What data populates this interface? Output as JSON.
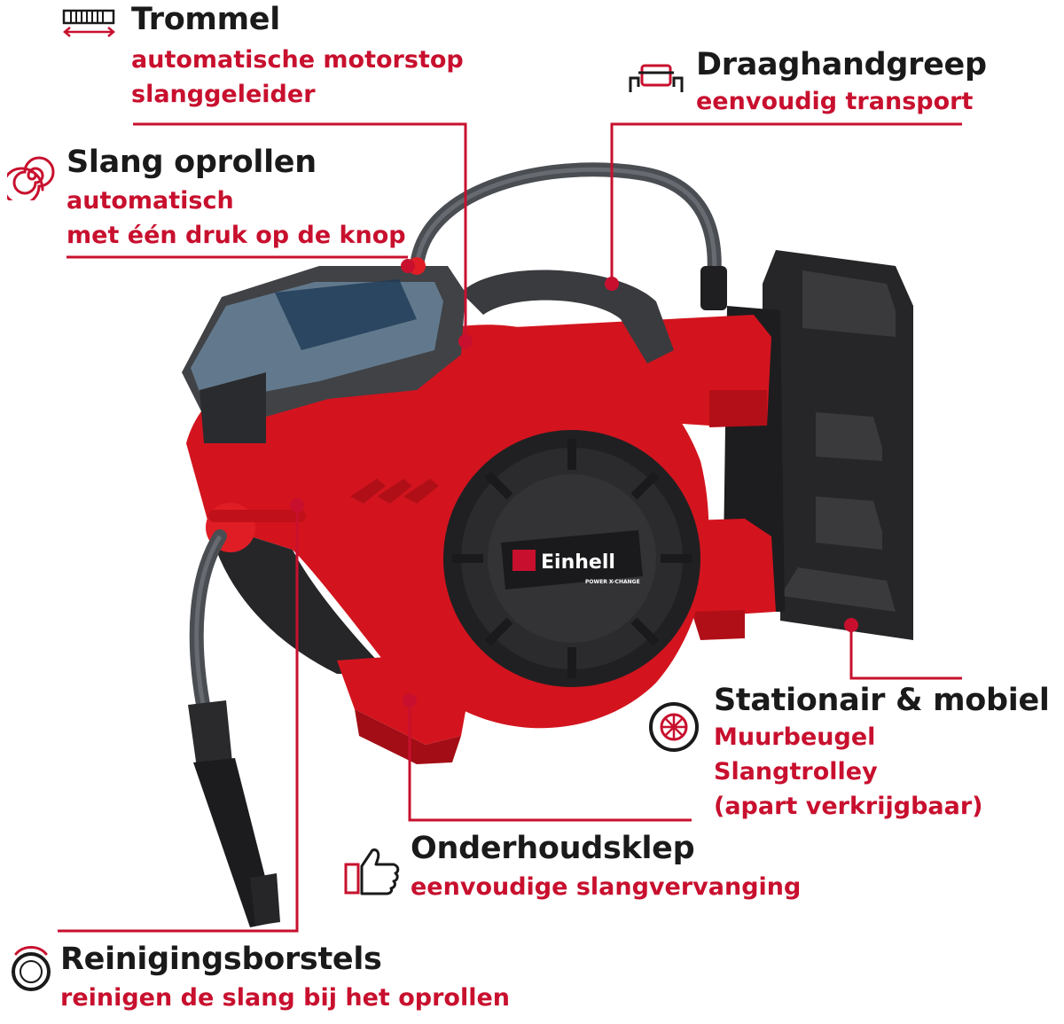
{
  "brand": {
    "logo_text": "Einhell",
    "tagline": "POWER X-CHANGE"
  },
  "colors": {
    "accent": "#c8102e",
    "title": "#1a1a1a",
    "reel_red": "#d3141e",
    "dark_grey": "#2f2f31"
  },
  "callouts": {
    "trommel": {
      "icon": "drum-width-icon",
      "title": "Trommel",
      "lines": [
        "automatische motorstop",
        "slanggeleider"
      ]
    },
    "draaghandgreep": {
      "icon": "carry-handle-icon",
      "title": "Draaghandgreep",
      "lines": [
        "eenvoudig transport"
      ]
    },
    "slang_oprollen": {
      "icon": "spiral-icon",
      "title": "Slang oprollen",
      "lines": [
        "automatisch",
        "met één druk op de knop"
      ]
    },
    "stationair": {
      "icon": "wheel-icon",
      "title": "Stationair & mobiel",
      "lines": [
        "Muurbeugel",
        "Slangtrolley",
        "(apart verkrijgbaar)"
      ]
    },
    "onderhoudsklep": {
      "icon": "thumbs-up-icon",
      "title": "Onderhoudsklep",
      "lines": [
        "eenvoudige slangvervanging"
      ]
    },
    "reinigingsborstels": {
      "icon": "brush-ring-icon",
      "title": "Reinigingsborstels",
      "lines": [
        "reinigen de slang bij het oprollen"
      ]
    }
  }
}
